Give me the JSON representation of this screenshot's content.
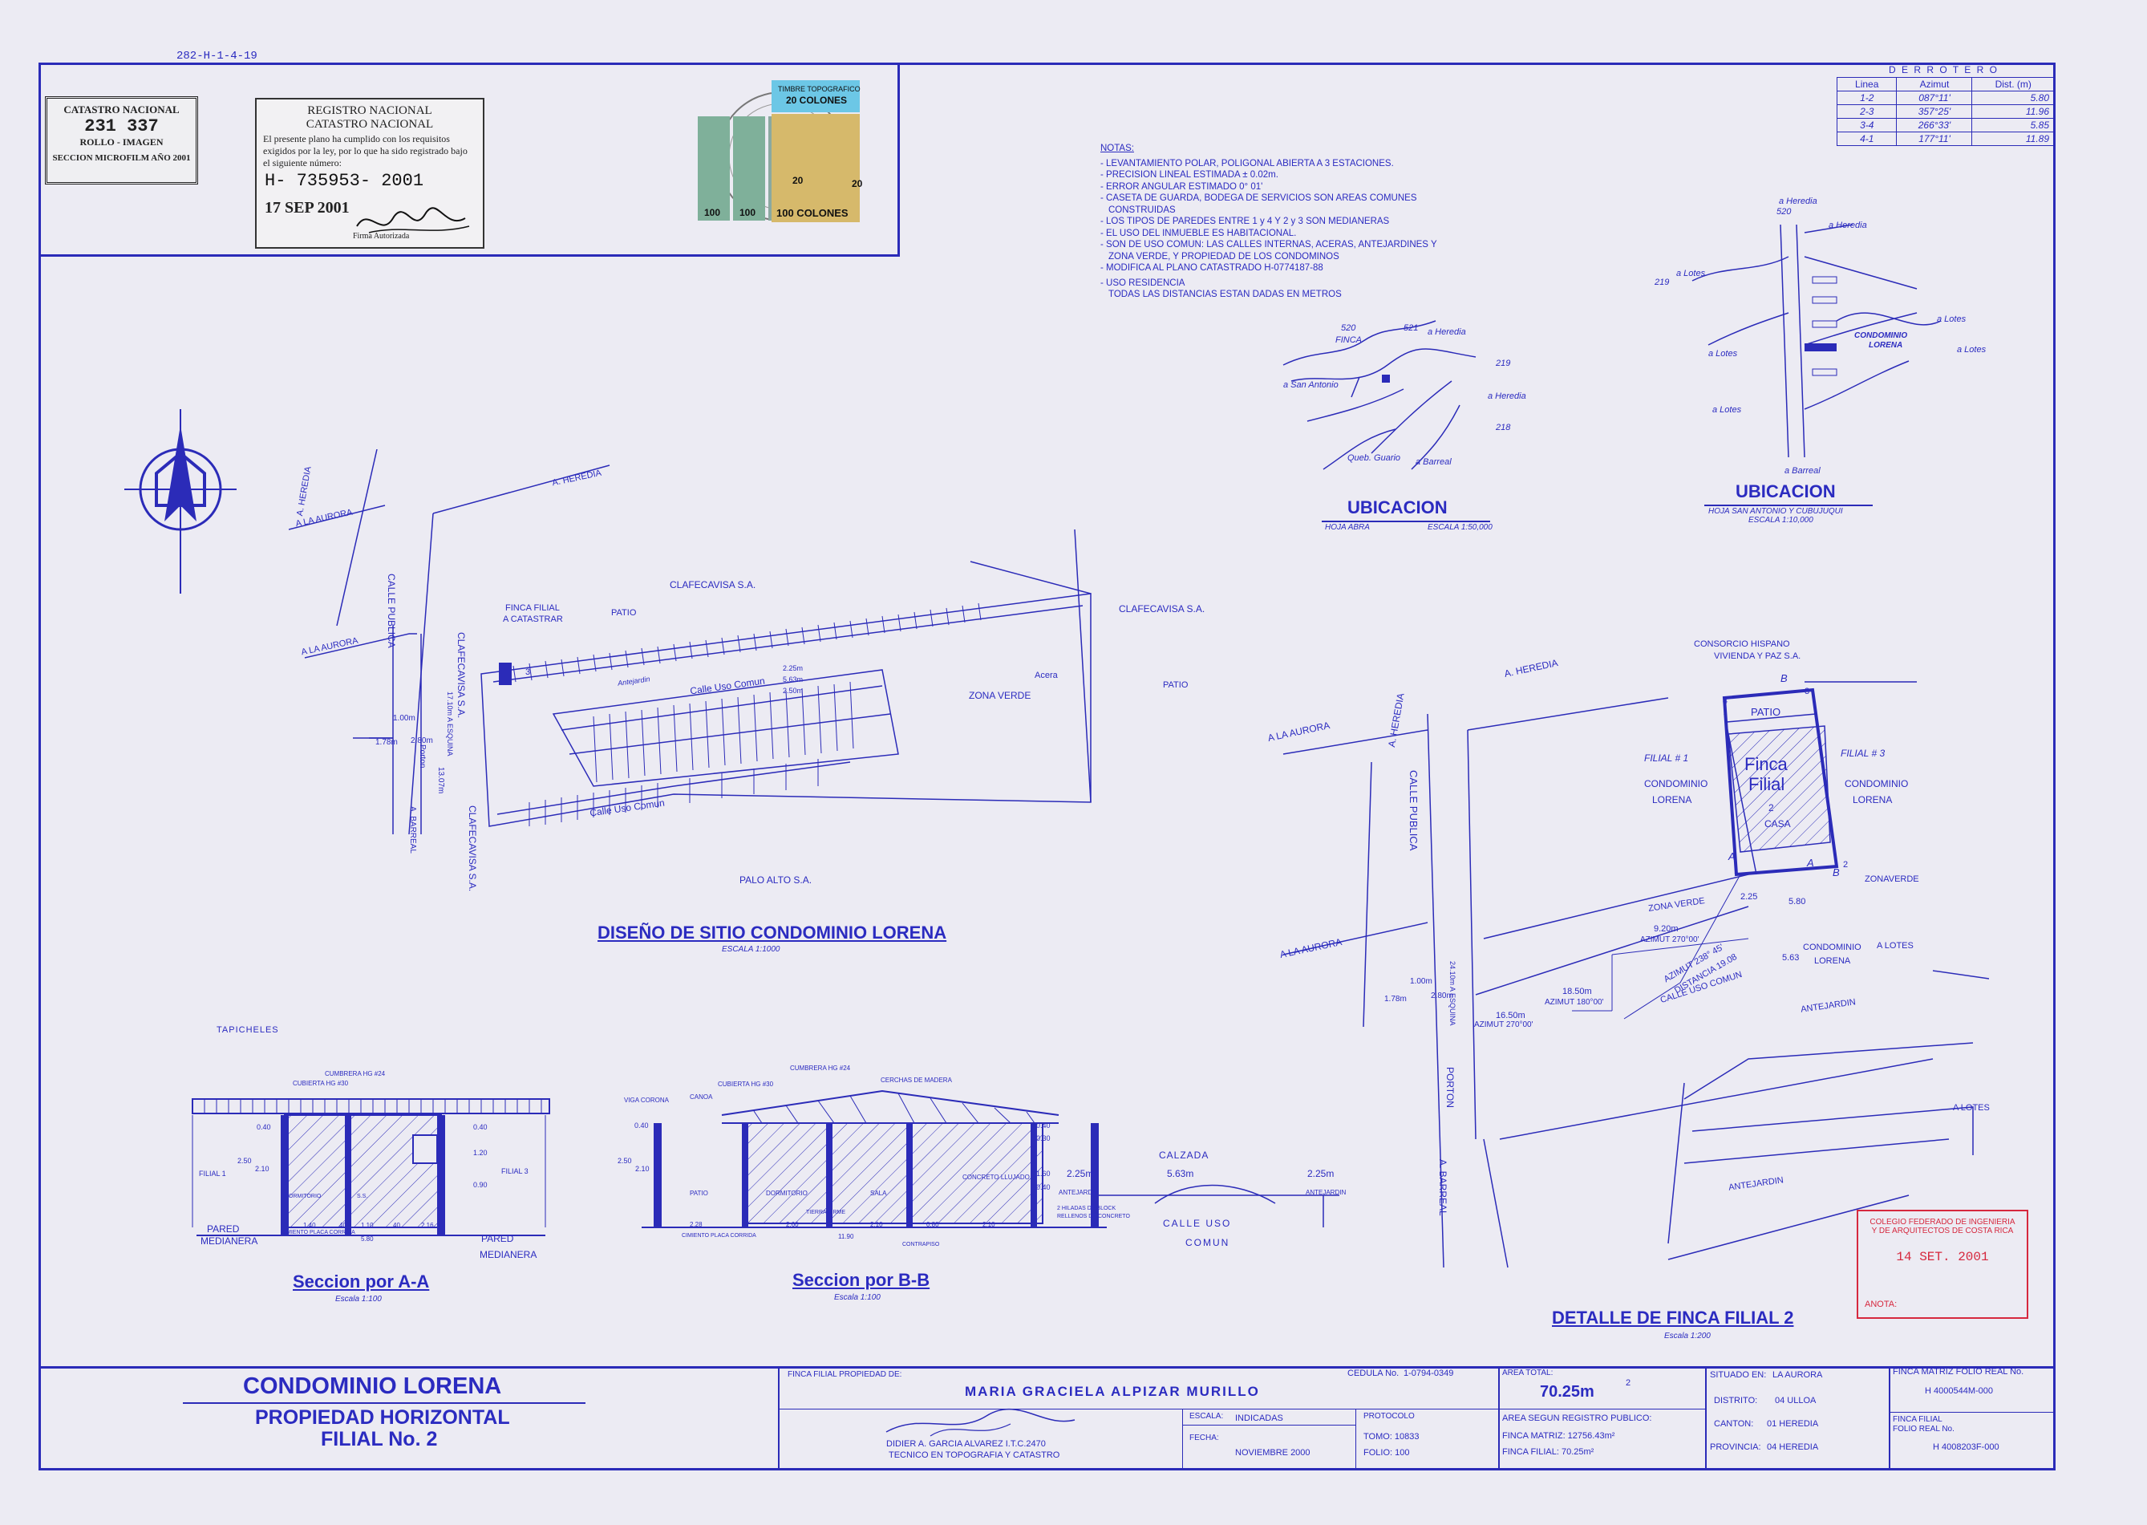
{
  "doc_ref": "282-H-1-4-19",
  "catastro_stamp": {
    "title": "CATASTRO NACIONAL",
    "number": "231 337",
    "line1": "ROLLO - IMAGEN",
    "line2": "SECCION MICROFILM AÑO 2001"
  },
  "registro_stamp": {
    "header": "REGISTRO NACIONAL",
    "subheader": "CATASTRO NACIONAL",
    "text": "El presente plano ha cumplido con los requisitos exigidos por la ley, por lo que ha sido registrado bajo el siguiente número:",
    "number": "H- 735953- 2001",
    "date": "17 SEP 2001",
    "sign_label": "Firma Autorizada"
  },
  "fiscal_stamps": {
    "top": "TIMBRE TOPOGRAFICO",
    "value_top": "20 COLONES",
    "value": "100 COLONES",
    "small": [
      "100",
      "100",
      "20",
      "20"
    ]
  },
  "notas": {
    "title": "NOTAS:",
    "items": [
      "- LEVANTAMIENTO POLAR, POLIGONAL ABIERTA A 3 ESTACIONES.",
      "- PRECISION LINEAL ESTIMADA ± 0.02m.",
      "- ERROR ANGULAR ESTIMADO 0° 01'",
      "- CASETA DE GUARDA, BODEGA DE SERVICIOS SON AREAS COMUNES",
      "  CONSTRUIDAS",
      "- LOS TIPOS DE PAREDES ENTRE 1 y 4 Y 2 y 3 SON MEDIANERAS",
      "- EL USO DEL INMUEBLE ES HABITACIONAL.",
      "- SON DE USO COMUN: LAS CALLES INTERNAS, ACERAS, ANTEJARDINES Y",
      "  ZONA VERDE, Y PROPIEDAD DE LOS CONDOMINOS",
      "- MODIFICA AL PLANO CATASTRADO H-0774187-88",
      "- USO    RESIDENCIA",
      "  TODAS LAS DISTANCIAS  ESTAN DADAS EN METROS"
    ]
  },
  "derrotero": {
    "title": "D E R R O T E R O",
    "headers": [
      "Linea",
      "Azimut",
      "Dist. (m)"
    ],
    "rows": [
      [
        "1-2",
        "087°11'",
        "5.80"
      ],
      [
        "2-3",
        "357°25'",
        "11.96"
      ],
      [
        "3-4",
        "266°33'",
        "5.85"
      ],
      [
        "4-1",
        "177°11'",
        "11.89"
      ]
    ]
  },
  "ubicacion1": {
    "title": "UBICACION",
    "hoja": "HOJA ABRA",
    "escala": "ESCALA 1:50,000",
    "labels": [
      "FINCA",
      "520",
      "521",
      "a Heredia",
      "219",
      "a San Antonio",
      "a Heredia",
      "218",
      "Queb. Guario",
      "a Barreal"
    ]
  },
  "ubicacion2": {
    "title": "UBICACION",
    "hoja": "HOJA SAN ANTONIO Y CUBUJUQUI",
    "escala": "ESCALA 1:10,000",
    "labels": [
      "a Heredia",
      "520",
      "a Heredia",
      "a Lotes",
      "219",
      "a Lotes",
      "CONDOMINIO",
      "LORENA",
      "a Lotes",
      "a Lotes",
      "a Lotes",
      "a Barreal"
    ]
  },
  "site": {
    "title": "DISEÑO DE SITIO CONDOMINIO LORENA",
    "escala": "ESCALA 1:1000",
    "labels": {
      "a_heredia_1": "A. HEREDIA",
      "a_heredia_2": "A. HEREDIA",
      "a_la_aurora_1": "A LA AURORA",
      "a_la_aurora_2": "A LA AURORA",
      "calle_publica": "CALLE PUBLICA",
      "clafecavisa_top": "CLAFECAVISA S.A.",
      "clafecavisa_right": "CLAFECAVISA S.A.",
      "clafecavisa_left": "CLAFECAVISA S.A.",
      "clafecavisa_left2": "CLAFECAVISA S.A.",
      "finca_filial": "FINCA FILIAL",
      "a_catastrar": "A CATASTRAR",
      "patio": "PATIO",
      "patio2": "PATIO",
      "calle_uso_comun": "Calle Uso Comun",
      "calle_uso_comun2": "Calle Uso Comun",
      "antejardin": "Antejardin",
      "zona_verde": "ZONA VERDE",
      "acera": "Acera",
      "palo_alto": "PALO ALTO S.A.",
      "porton": "Porton",
      "a_barreal": "A. BARREAL",
      "d1": "1.00m",
      "d2": "1.78m",
      "d3": "2.80m",
      "d4": "17.10m A ESQUINA",
      "d5": "13.07m",
      "d6": "2.25m",
      "d7": "5.63m",
      "d8": "2.50m",
      "lot": "3"
    }
  },
  "detalle": {
    "title": "DETALLE DE FINCA FILIAL 2",
    "escala": "Escala 1:200",
    "labels": {
      "consorcio": "CONSORCIO HISPANO",
      "consorcio2": "VIVIENDA Y PAZ S.A.",
      "filial1": "FILIAL # 1",
      "filial3": "FILIAL # 3",
      "condominio": "CONDOMINIO",
      "lorena": "LORENA",
      "patio": "PATIO",
      "finca": "Finca",
      "filial": "Filial",
      "num": "2",
      "casa": "CASA",
      "zona_verde": "ZONA VERDE",
      "zonaverde2": "ZONAVERDE",
      "a_heredia_1": "A. HEREDIA",
      "a_heredia_2": "A. HEREDIA",
      "a_la_aurora_1": "A LA AURORA",
      "a_la_aurora_2": "A LA AURORA",
      "calle_publica": "CALLE PUBLICA",
      "porton": "PORTON",
      "a_barreal": "A. BARREAL",
      "calle_uso_comun": "CALLE USO COMUN",
      "antejardin": "ANTEJARDIN",
      "antejardin2": "ANTEJARDIN",
      "a_lotes1": "A LOTES",
      "a_lotes2": "A LOTES",
      "d_920": "9.20m",
      "az_270a": "AZIMUT 270°00'",
      "d_1850": "18.50m",
      "az_180": "AZIMUT 180°00'",
      "d_1650": "16.50m",
      "az_270b": "AZIMUT 270°00'",
      "az_diag": "AZIMUT 238° 45'",
      "dist_diag": "DISTANCIA 19.08",
      "d_225": "2.25",
      "d_580": "5.80",
      "d_563": "5.63",
      "d_100": "1.00m",
      "d_178": "1.78m",
      "d_280": "2.80m",
      "d_2410": "24.10m A ESQUINA",
      "pA": "A",
      "pB": "B",
      "pB2": "B",
      "pA2": "A",
      "p1": "1",
      "p2": "2",
      "p3": "3",
      "p4": "4"
    }
  },
  "seccion_aa": {
    "title": "Seccion por A-A",
    "escala": "Escala 1:100",
    "labels": {
      "tapicheles": "TAPICHELES",
      "cumbrera": "CUMBRERA HG #24",
      "cubierta": "CUBIERTA HG #30",
      "filial1": "FILIAL 1",
      "filial3": "FILIAL 3",
      "pared1": "PARED",
      "med1": "MEDIANERA",
      "pared2": "PARED",
      "med2": "MEDIANERA",
      "dormitorio": "DORMITORIO",
      "ss": "S.S.",
      "cimiento": "CIMIENTO PLACA CORRIDA",
      "d040": "0.40",
      "d250": "2.50",
      "d210": "2.10",
      "d040b": "0.40",
      "d120": "1.20",
      "d090": "0.90",
      "d140": "1.40",
      "d110": "1.10",
      "d216": "2.16",
      "d580": "5.80",
      "d040c": "40",
      "d040d": "40"
    }
  },
  "seccion_bb": {
    "title": "Seccion por B-B",
    "escala": "Escala 1:100",
    "labels": {
      "cumbrera": "CUMBRERA HG #24",
      "cerchas": "CERCHAS DE MADERA",
      "cubierta": "CUBIERTA HG #30",
      "viga": "VIGA CORONA",
      "canoa": "CANOA",
      "patio": "PATIO",
      "dormitorio": "DORMITORIO",
      "sala": "SALA",
      "tierra": "TIERRA FIRME",
      "concreto": "CONCRETO LLUJADO",
      "d040": "0.40",
      "d250": "2.50",
      "d210": "2.10",
      "d040b": "0.40",
      "d030": "0.30",
      "d160": "1.60",
      "d040c": "0.40",
      "cimiento": "CIMIENTO PLACA CORRIDA",
      "d228": "2.28",
      "d260": "2.60",
      "d210b": "2.10",
      "d080": "0.80",
      "d210c": "2.10",
      "d1190": "11.90",
      "contrapiso": "CONTRAPISO",
      "antejardin": "ANTEJARDIN",
      "hiladas": "2 HILADAS DE BLOCK",
      "rellenos": "RELLENOS DE CONCRETO",
      "calzada": "CALZADA",
      "d225": "2.25m",
      "d563": "5.63m",
      "d225b": "2.25m",
      "calle": "CALLE    USO",
      "comun": "COMUN",
      "antejardin2": "ANTEJARDIN"
    }
  },
  "cfia_stamp": {
    "line1": "COLEGIO FEDERADO DE INGENIERIA",
    "line2": "Y DE ARQUITECTOS DE COSTA RICA",
    "date": "14 SET. 2001",
    "anota": "ANOTA:"
  },
  "title_block": {
    "project": "CONDOMINIO LORENA",
    "type": "PROPIEDAD HORIZONTAL",
    "filial": "FILIAL No. 2",
    "owner_label": "FINCA FILIAL PROPIEDAD DE:",
    "owner": "MARIA  GRACIELA  ALPIZAR MURILLO",
    "cedula_label": "CEDULA No.",
    "cedula": "1-0794-0349",
    "surveyor_line1": "DIDIER   A. GARCIA ALVAREZ    I.T.C.2470",
    "surveyor_line2": "TECNICO   EN   TOPOGRAFIA   Y   CATASTRO",
    "escala_label": "ESCALA:",
    "escala": "INDICADAS",
    "fecha_label": "FECHA:",
    "fecha": "NOVIEMBRE 2000",
    "protocolo_label": "PROTOCOLO",
    "tomo": "TOMO: 10833",
    "folio": "FOLIO: 100",
    "area_label": "AREA TOTAL:",
    "area": "70.25m",
    "area_sup": "2",
    "area_reg_label": "AREA SEGUN REGISTRO PUBLICO:",
    "matriz_area": "FINCA MATRIZ: 12756.43m²",
    "filial_area": "FINCA FILIAL:     70.25m²",
    "situado_label": "SITUADO EN:",
    "situado": "LA AURORA",
    "distrito_label": "DISTRITO:",
    "distrito": "04  ULLOA",
    "canton_label": "CANTON:",
    "canton": "01  HEREDIA",
    "provincia_label": "PROVINCIA:",
    "provincia": "04  HEREDIA",
    "matriz_folio_label": "FINCA MATRIZ  FOLIO REAL No.",
    "matriz_folio": "H  4000544M-000",
    "filial_folio_label1": "FINCA FILIAL",
    "filial_folio_label2": "FOLIO REAL No.",
    "filial_folio": "H  4008203F-000"
  }
}
